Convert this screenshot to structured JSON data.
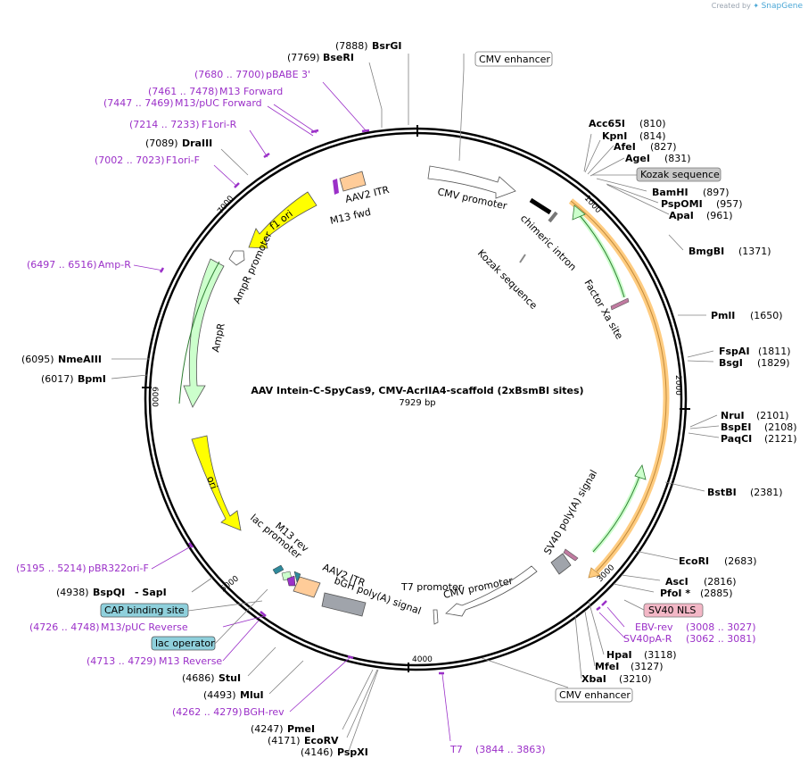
{
  "credit": {
    "prefix": "Created by",
    "brand": "SnapGene"
  },
  "plasmid": {
    "name": "AAV Intein-C-SpyCas9, CMV-AcrIIA4-scaffold (2xBsmBI sites)",
    "length_label": "7929 bp",
    "length": 7929
  },
  "ticks": [
    "1000",
    "2000",
    "3000",
    "4000",
    "5000",
    "6000",
    "7000"
  ],
  "colors": {
    "yellow": "#ffff00",
    "ltgreen": "#ccffcc",
    "white": "#ffffff",
    "orange": "#ffcc99",
    "gray": "#a0a4ab",
    "purple": "#9b30c8",
    "black": "#000000",
    "blue": "#2f8a9c",
    "enzyme_line": "#808080",
    "sv40": "#f3b7c6",
    "cap": "#8fd0dc",
    "kozak": "#c8c8c8"
  },
  "enzymes": [
    {
      "name": "BsrGI",
      "pos_label": "(7888)"
    },
    {
      "name": "BseRI",
      "pos_label": "(7769)"
    },
    {
      "name": "DraIII",
      "pos_label": "(7089)"
    },
    {
      "name": "NmeAIII",
      "pos_label": "(6095)"
    },
    {
      "name": "BpmI",
      "pos_label": "(6017)"
    },
    {
      "name": "BspQI",
      "pos_label": "(4938)",
      "extra": "- SapI"
    },
    {
      "name": "StuI",
      "pos_label": "(4686)"
    },
    {
      "name": "MluI",
      "pos_label": "(4493)"
    },
    {
      "name": "PmeI",
      "pos_label": "(4247)"
    },
    {
      "name": "EcoRV",
      "pos_label": "(4171)"
    },
    {
      "name": "PspXI",
      "pos_label": "(4146)"
    },
    {
      "name": "Acc65I",
      "pos_label": "(810)"
    },
    {
      "name": "KpnI",
      "pos_label": "(814)"
    },
    {
      "name": "AfeI",
      "pos_label": "(827)"
    },
    {
      "name": "AgeI",
      "pos_label": "(831)"
    },
    {
      "name": "BamHI",
      "pos_label": "(897)"
    },
    {
      "name": "PspOMI",
      "pos_label": "(957)"
    },
    {
      "name": "ApaI",
      "pos_label": "(961)"
    },
    {
      "name": "BmgBI",
      "pos_label": "(1371)"
    },
    {
      "name": "PmlI",
      "pos_label": "(1650)"
    },
    {
      "name": "FspAI",
      "pos_label": "(1811)"
    },
    {
      "name": "BsgI",
      "pos_label": "(1829)"
    },
    {
      "name": "NruI",
      "pos_label": "(2101)"
    },
    {
      "name": "BspEI",
      "pos_label": "(2108)"
    },
    {
      "name": "PaqCI",
      "pos_label": "(2121)"
    },
    {
      "name": "BstBI",
      "pos_label": "(2381)"
    },
    {
      "name": "EcoRI",
      "pos_label": "(2683)"
    },
    {
      "name": "AscI",
      "pos_label": "(2816)"
    },
    {
      "name": "PfoI *",
      "pos_label": "(2885)"
    },
    {
      "name": "HpaI",
      "pos_label": "(3118)"
    },
    {
      "name": "MfeI",
      "pos_label": "(3127)"
    },
    {
      "name": "XbaI",
      "pos_label": "(3210)"
    }
  ],
  "primers": [
    {
      "name": "pBABE 3'",
      "range": "(7680 .. 7700)"
    },
    {
      "name": "M13 Forward",
      "range": "(7461 .. 7478)"
    },
    {
      "name": "M13/pUC Forward",
      "range": "(7447 .. 7469)"
    },
    {
      "name": "F1ori-R",
      "range": "(7214 .. 7233)"
    },
    {
      "name": "F1ori-F",
      "range": "(7002 .. 7023)"
    },
    {
      "name": "Amp-R",
      "range": "(6497 .. 6516)"
    },
    {
      "name": "pBR322ori-F",
      "range": "(5195 .. 5214)"
    },
    {
      "name": "M13/pUC Reverse",
      "range": "(4726 .. 4748)"
    },
    {
      "name": "M13 Reverse",
      "range": "(4713 .. 4729)"
    },
    {
      "name": "BGH-rev",
      "range": "(4262 .. 4279)"
    },
    {
      "name": "T7",
      "range": "(3844 .. 3863)"
    },
    {
      "name": "EBV-rev",
      "range": "(3008 .. 3027)"
    },
    {
      "name": "SV40pA-R",
      "range": "(3062 .. 3081)"
    }
  ],
  "boxed_labels": [
    {
      "name": "CMV enhancer"
    },
    {
      "name": "Kozak sequence"
    },
    {
      "name": "SV40 NLS"
    },
    {
      "name": "CMV enhancer"
    },
    {
      "name": "CAP binding site"
    },
    {
      "name": "lac operator"
    }
  ],
  "feature_labels": [
    "CMV promoter",
    "chimeric intron",
    "Kozak sequence",
    "Factor Xa site",
    "AAV2 ITR",
    "M13 fwd",
    "f1 ori",
    "AmpR promoter",
    "AmpR",
    "ori",
    "M13 rev",
    "lac promoter",
    "AAV2 ITR",
    "bGH poly(A) signal",
    "T7 promoter",
    "CMV promoter",
    "SV40 poly(A) signal"
  ]
}
